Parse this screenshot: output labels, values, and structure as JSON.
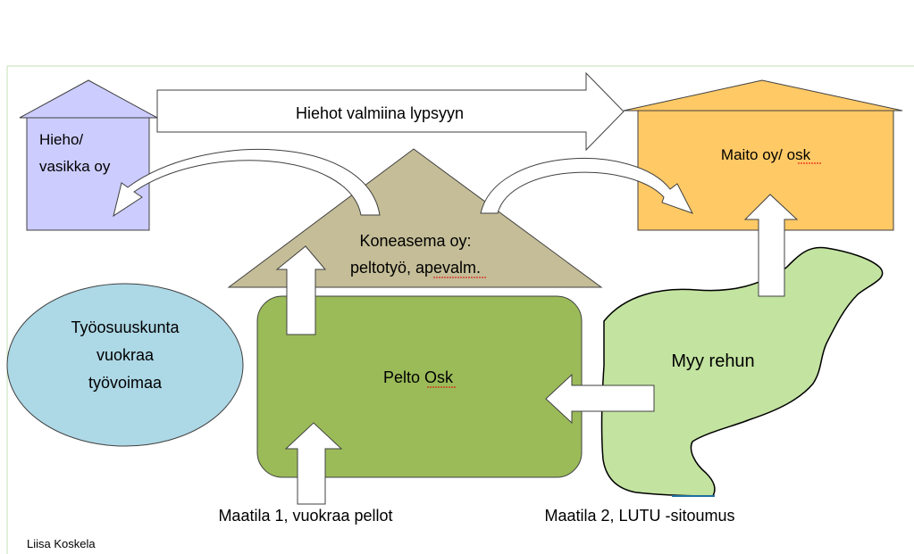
{
  "diagram": {
    "nodes": {
      "hieho_vasikka": {
        "line1": "Hieho/",
        "line2": "vasikka oy",
        "color": "#ccccff"
      },
      "maito": {
        "label": "Maito oy/ osk",
        "color": "#ffc966"
      },
      "koneasema": {
        "line1": "Koneasema oy:",
        "line2": "peltotyö, apevalm.",
        "color": "#c4bd97"
      },
      "tyoosuuskunta": {
        "line1": "Työosuuskunta",
        "line2": "vuokraa",
        "line3": "työvoimaa",
        "color": "#add8e6"
      },
      "pelto": {
        "label": "Pelto Osk",
        "color": "#9bbb59"
      },
      "myy_rehun": {
        "label": "Myy rehun",
        "color": "#c3e3a0"
      }
    },
    "arrows": {
      "top_arrow": {
        "label": "Hiehot valmiina lypsyyn"
      }
    },
    "bottom_labels": {
      "maatila1": "Maatila 1, vuokraa pellot",
      "maatila2": "Maatila 2, LUTU -sitoumus"
    },
    "author": "Liisa Koskela"
  }
}
